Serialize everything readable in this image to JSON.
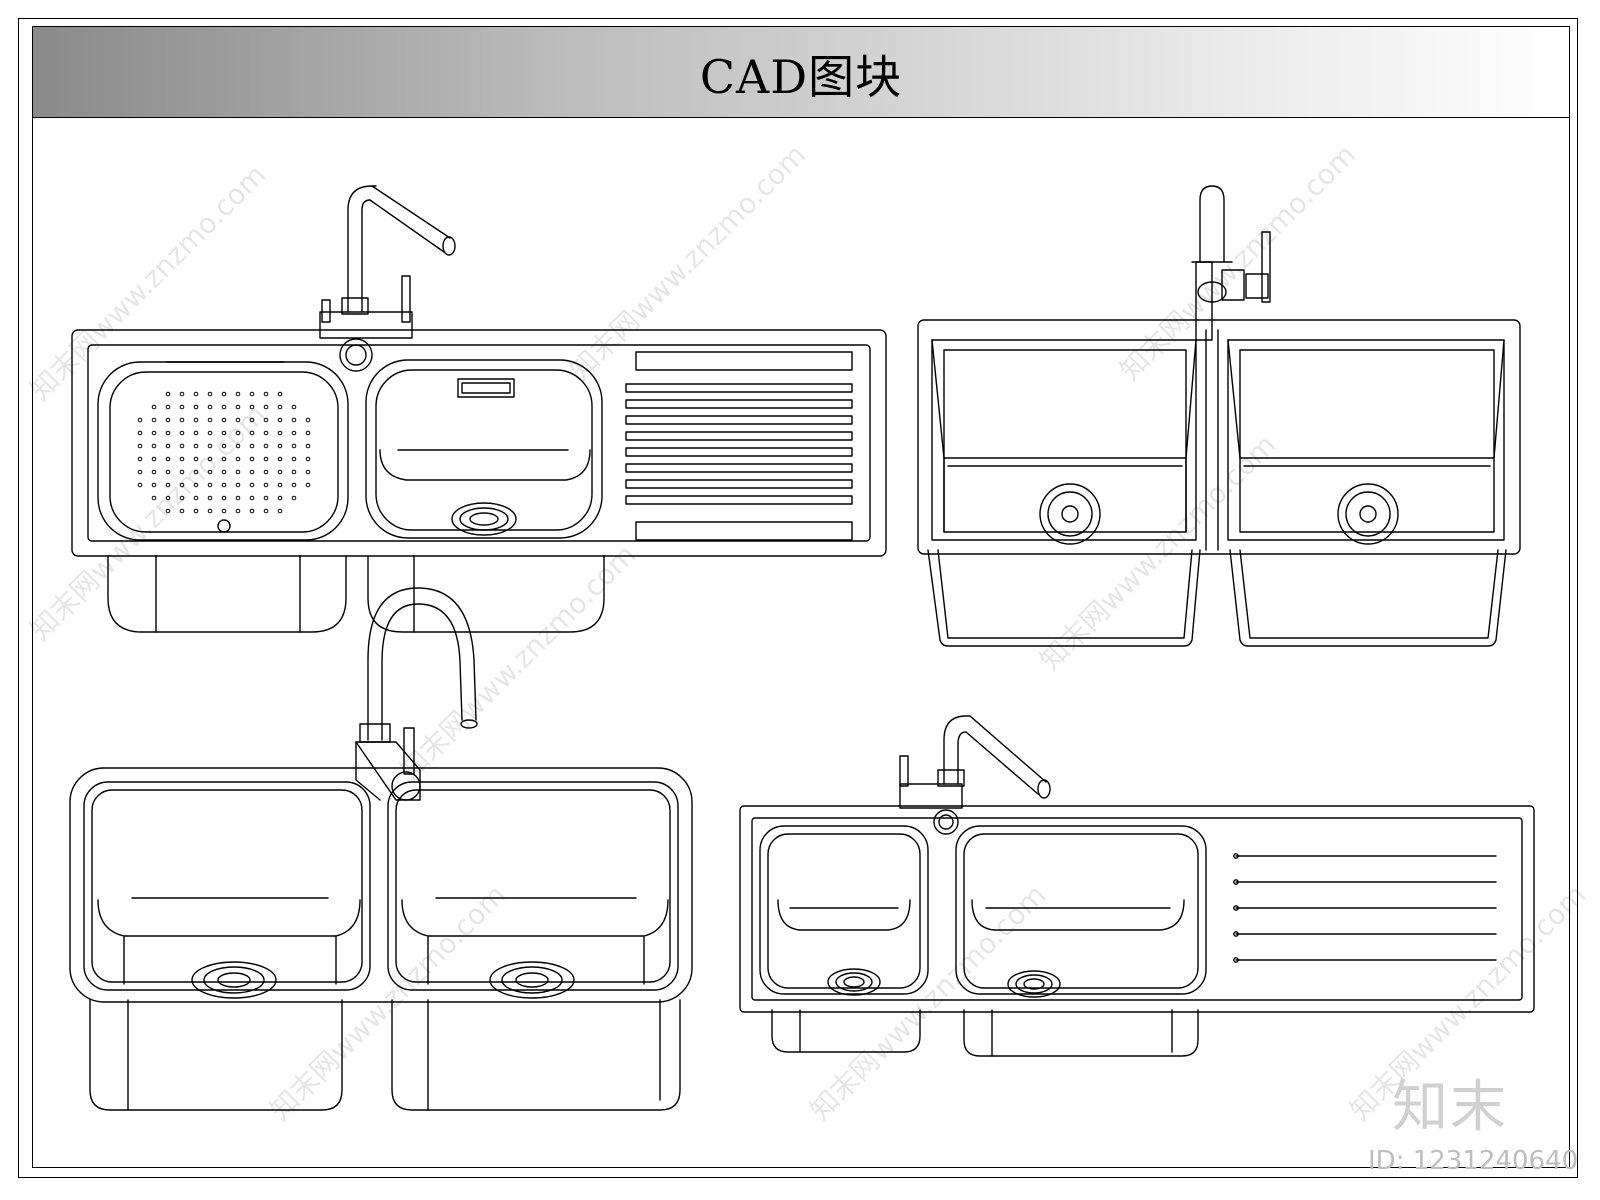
{
  "header": {
    "title": "CAD图块"
  },
  "watermark": {
    "text": "知末网www.znzmo.com"
  },
  "branding": {
    "logo": "知末",
    "id_label": "ID: 1231240640"
  },
  "colors": {
    "line": "#000000",
    "title_band_start": "#8a8a8a",
    "title_band_end": "#ffffff"
  },
  "blocks": [
    {
      "name": "double-sink-with-drainboard-and-strainer"
    },
    {
      "name": "double-undermount-sink-square"
    },
    {
      "name": "double-sink-gooseneck-faucet"
    },
    {
      "name": "double-sink-with-ribbed-drainboard"
    }
  ]
}
